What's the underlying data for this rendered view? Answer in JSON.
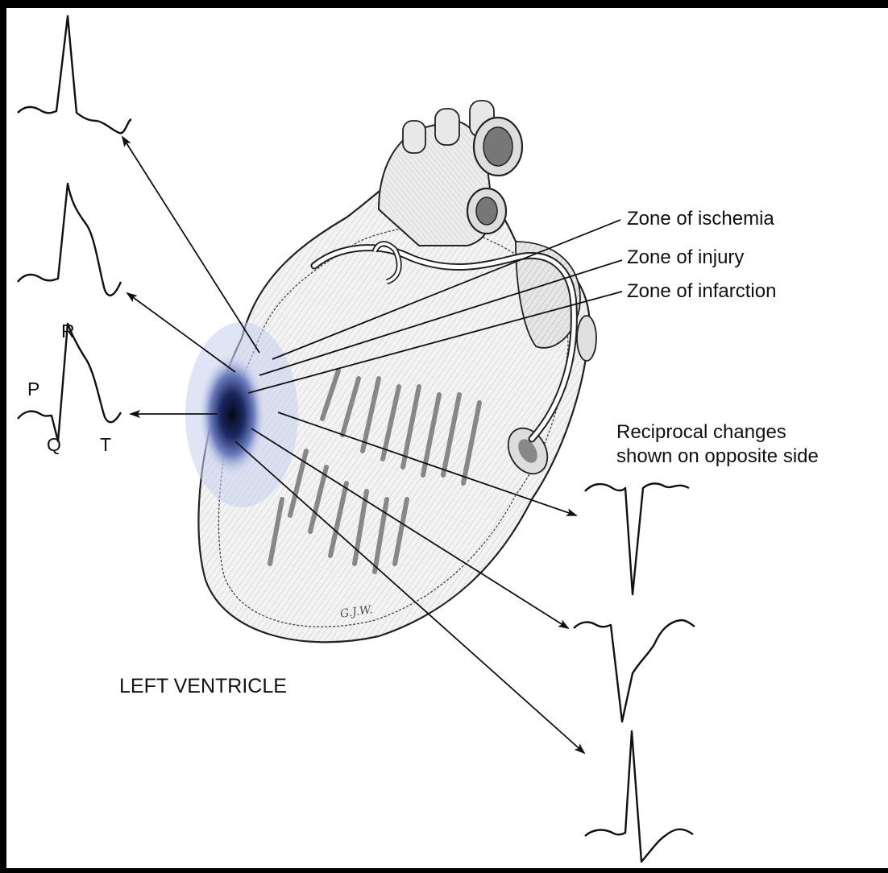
{
  "figure": {
    "zones": {
      "ischemia": "Zone of ischemia",
      "injury": "Zone of injury",
      "infarction": "Zone of infarction"
    },
    "ecg_labels": {
      "p": "P",
      "q": "Q",
      "r": "R",
      "t": "T"
    },
    "reciprocal": {
      "line1": "Reciprocal changes",
      "line2": "shown on opposite side"
    },
    "chamber_label": "LEFT VENTRICLE",
    "artist_signature": "G.J.W."
  },
  "colors": {
    "background_frame": "#000000",
    "paper": "#ffffff",
    "ink": "#1a1a1a",
    "infarct_zone": "#0a1030",
    "injury_zone": "#3a4a8a",
    "ischemia_zone": "#b9c3e6"
  }
}
